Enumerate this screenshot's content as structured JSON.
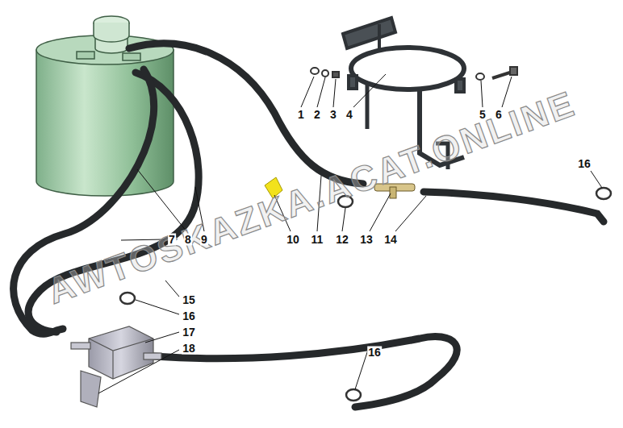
{
  "diagram": {
    "labels": [
      "1",
      "2",
      "3",
      "4",
      "5",
      "6",
      "16",
      "7",
      "8",
      "9",
      "10",
      "11",
      "12",
      "13",
      "14",
      "15",
      "16",
      "17",
      "18",
      "16",
      "AWTOSKAZKA.ACAT.ONLINE"
    ]
  }
}
